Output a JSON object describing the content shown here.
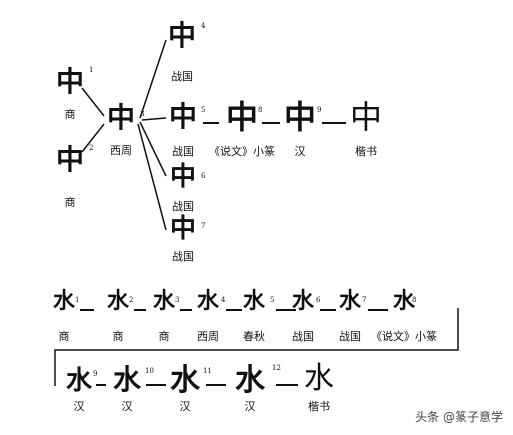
{
  "zhong": {
    "glyphs": [
      "中",
      "中",
      "中",
      "中",
      "中",
      "中",
      "中",
      "中",
      "中"
    ],
    "numbers": [
      "1",
      "2",
      "3",
      "4",
      "5",
      "6",
      "7",
      "8",
      "9"
    ],
    "labels": [
      "商",
      "商",
      "西周",
      "战国",
      "战国",
      "战国",
      "战国",
      "《说文》小篆",
      "汉",
      "楷书"
    ]
  },
  "shui": {
    "glyphs": [
      "水",
      "水",
      "水",
      "水",
      "水",
      "水",
      "水",
      "水",
      "水",
      "水",
      "水",
      "水"
    ],
    "numbers": [
      "1",
      "2",
      "3",
      "4",
      "5",
      "6",
      "7",
      "8",
      "9",
      "10",
      "11",
      "12"
    ],
    "labels": [
      "商",
      "商",
      "商",
      "西周",
      "春秋",
      "战国",
      "战国",
      "《说文》小篆",
      "汉",
      "汉",
      "汉",
      "汉",
      "楷书"
    ]
  },
  "watermark": "头条 @篆子意学"
}
